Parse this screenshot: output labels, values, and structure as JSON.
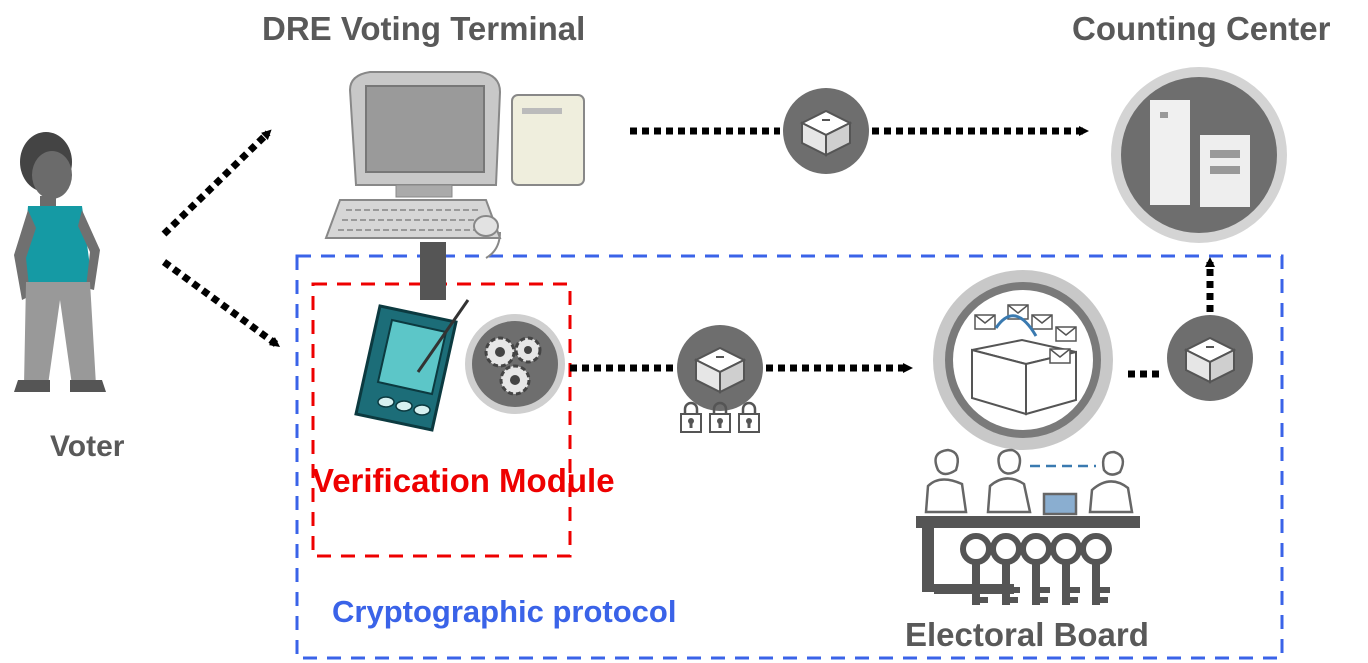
{
  "labels": {
    "dre_terminal": "DRE Voting Terminal",
    "counting_center": "Counting Center",
    "voter": "Voter",
    "verification_module": "Verification Module",
    "cryptographic_protocol": "Cryptographic protocol",
    "electoral_board": "Electoral Board"
  },
  "colors": {
    "verification_module": "#ee0000",
    "cryptographic_protocol": "#3a63e8",
    "label_gray": "#595959",
    "arrow": "#000000"
  },
  "icons": [
    "voter-person-icon",
    "computer-terminal-icon",
    "ballot-box-icon",
    "padlock-icon",
    "handheld-device-icon",
    "gears-icon",
    "server-icon",
    "ballot-envelopes-icon",
    "board-members-icon",
    "key-icon"
  ]
}
